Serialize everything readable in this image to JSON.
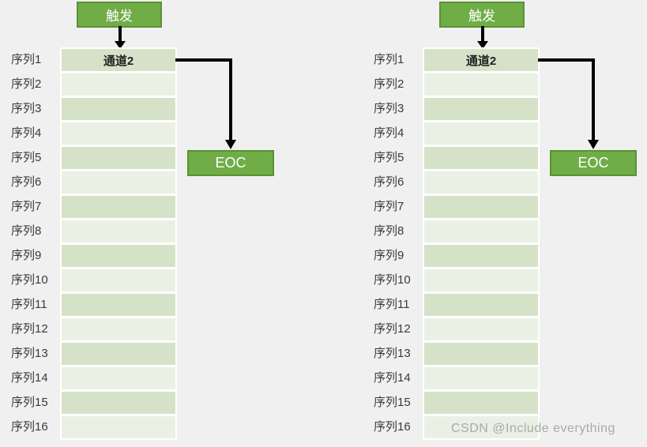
{
  "colors": {
    "background": "#f0f0f0",
    "box_green": "#70ad47",
    "box_border": "#5a9134",
    "row_dark": "#d6e2c8",
    "row_light": "#ebf0e4",
    "label_text": "#3a3a3a",
    "arrow_black": "#000000",
    "watermark_gray": "#a9a9a9"
  },
  "diagram": {
    "trigger_label": "触发",
    "eoc_label": "EOC",
    "rows": [
      {
        "label": "序列1",
        "value": "通道2"
      },
      {
        "label": "序列2",
        "value": ""
      },
      {
        "label": "序列3",
        "value": ""
      },
      {
        "label": "序列4",
        "value": ""
      },
      {
        "label": "序列5",
        "value": ""
      },
      {
        "label": "序列6",
        "value": ""
      },
      {
        "label": "序列7",
        "value": ""
      },
      {
        "label": "序列8",
        "value": ""
      },
      {
        "label": "序列9",
        "value": ""
      },
      {
        "label": "序列10",
        "value": ""
      },
      {
        "label": "序列11",
        "value": ""
      },
      {
        "label": "序列12",
        "value": ""
      },
      {
        "label": "序列13",
        "value": ""
      },
      {
        "label": "序列14",
        "value": ""
      },
      {
        "label": "序列15",
        "value": ""
      },
      {
        "label": "序列16",
        "value": ""
      }
    ]
  },
  "watermark": "CSDN @Include everything"
}
